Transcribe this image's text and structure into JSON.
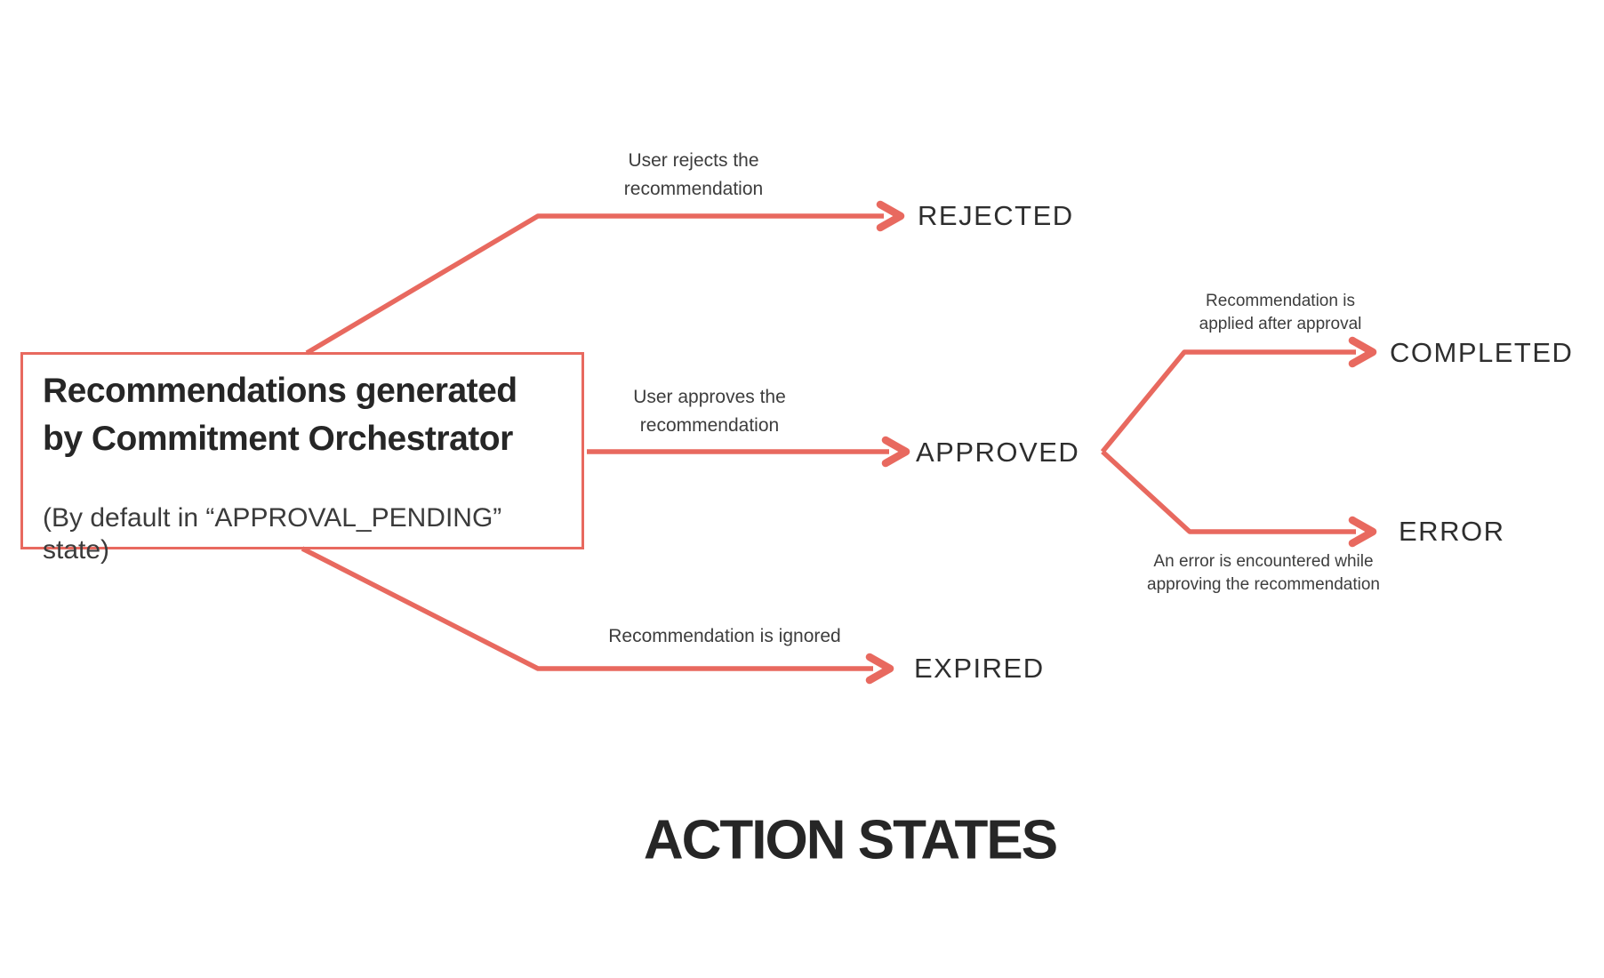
{
  "heading": "ACTION STATES",
  "source_box": {
    "title_line1": "Recommendations generated",
    "title_line2": "by Commitment Orchestrator",
    "subtitle": "(By default in “APPROVAL_PENDING” state)"
  },
  "transitions": {
    "rejected": {
      "state": "REJECTED",
      "note_line1": "User rejects the",
      "note_line2": "recommendation"
    },
    "approved": {
      "state": "APPROVED",
      "note_line1": "User approves the",
      "note_line2": "recommendation"
    },
    "expired": {
      "state": "EXPIRED",
      "note_line1": "Recommendation is ignored"
    },
    "completed": {
      "state": "COMPLETED",
      "note_line1": "Recommendation is",
      "note_line2": "applied after approval"
    },
    "error": {
      "state": "ERROR",
      "note_line1": "An error is encountered while",
      "note_line2": "approving the recommendation"
    }
  },
  "colors": {
    "arrow": "#E8695F",
    "state_text": "#2E2E2E",
    "note_text": "#3D3D3D",
    "heading_text": "#262626",
    "background": "#FFFFFF"
  }
}
